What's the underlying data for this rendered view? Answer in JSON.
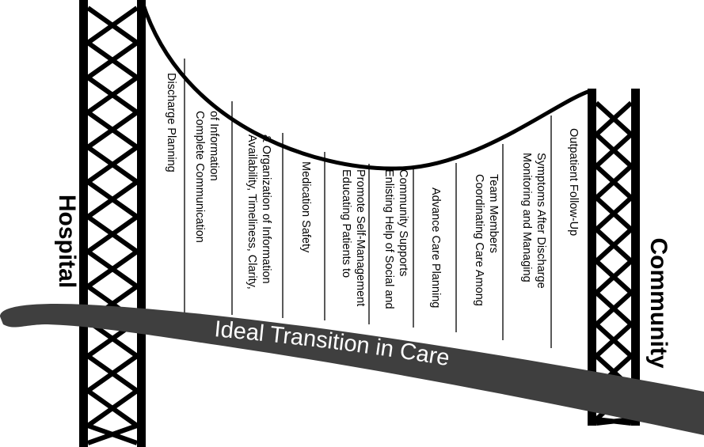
{
  "diagram": {
    "left_label": "Hospital",
    "right_label": "Community",
    "bridge_label": "Ideal Transition in Care",
    "elements": [
      {
        "lines": [
          "Discharge Planning"
        ]
      },
      {
        "lines": [
          "Complete Communication",
          "of Information"
        ]
      },
      {
        "lines": [
          "Availability, Timeliness, Clarity,",
          "& Organization of Information"
        ]
      },
      {
        "lines": [
          "Medication Safety"
        ]
      },
      {
        "lines": [
          "Educating Patients to",
          "Promote Self-Management"
        ]
      },
      {
        "lines": [
          "Enlisting Help of Social and",
          "Community Supports"
        ]
      },
      {
        "lines": [
          "Advance Care Planning"
        ]
      },
      {
        "lines": [
          "Coordinating Care Among",
          "Team Members"
        ]
      },
      {
        "lines": [
          "Monitoring and Managing",
          "Symptoms After Discharge"
        ]
      },
      {
        "lines": [
          "Outpatient Follow-Up"
        ]
      }
    ]
  },
  "colors": {
    "ink": "#000000",
    "deck": "#3f3f3f",
    "deck_text": "#ffffff"
  }
}
